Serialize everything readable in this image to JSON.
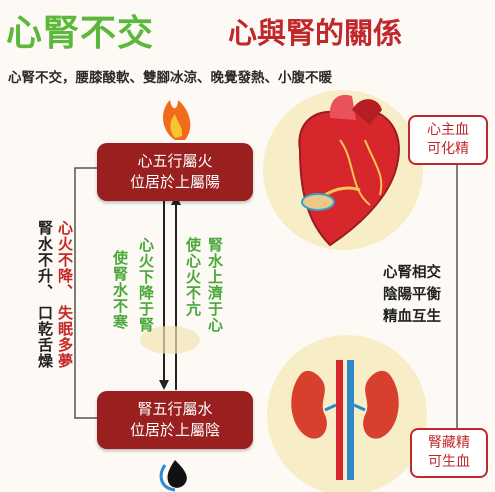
{
  "header": {
    "main_title": "心腎不交",
    "sub_title": "心與腎的關係",
    "symptoms": "心腎不交，腰膝酸軟、雙腳冰涼、晚覺發熱、小腹不暖"
  },
  "top_box": {
    "line1": "心五行屬火",
    "line2": "位居於上屬陽"
  },
  "bottom_box": {
    "line1": "腎五行屬水",
    "line2": "位居於上屬陰"
  },
  "left_labels": {
    "col_red_1": "心火不降、",
    "col_red_2": "失眠多夢",
    "col_dark_1": "腎水不升、",
    "col_dark_2": "口乾舌燥"
  },
  "center_labels": {
    "col1": "使腎水不寒",
    "col2": "心火下降于腎",
    "col3": "使心火不亢",
    "col4": "腎水上濟于心"
  },
  "heart_note": {
    "line1": "心主血",
    "line2": "可化精"
  },
  "kidney_note": {
    "line1": "腎藏精",
    "line2": "可生血"
  },
  "balance": {
    "line1": "心腎相交",
    "line2": "陰陽平衡",
    "line3": "精血互生"
  },
  "colors": {
    "green": "#5cb83a",
    "red": "#c0282b",
    "box": "#9a1f1f"
  }
}
